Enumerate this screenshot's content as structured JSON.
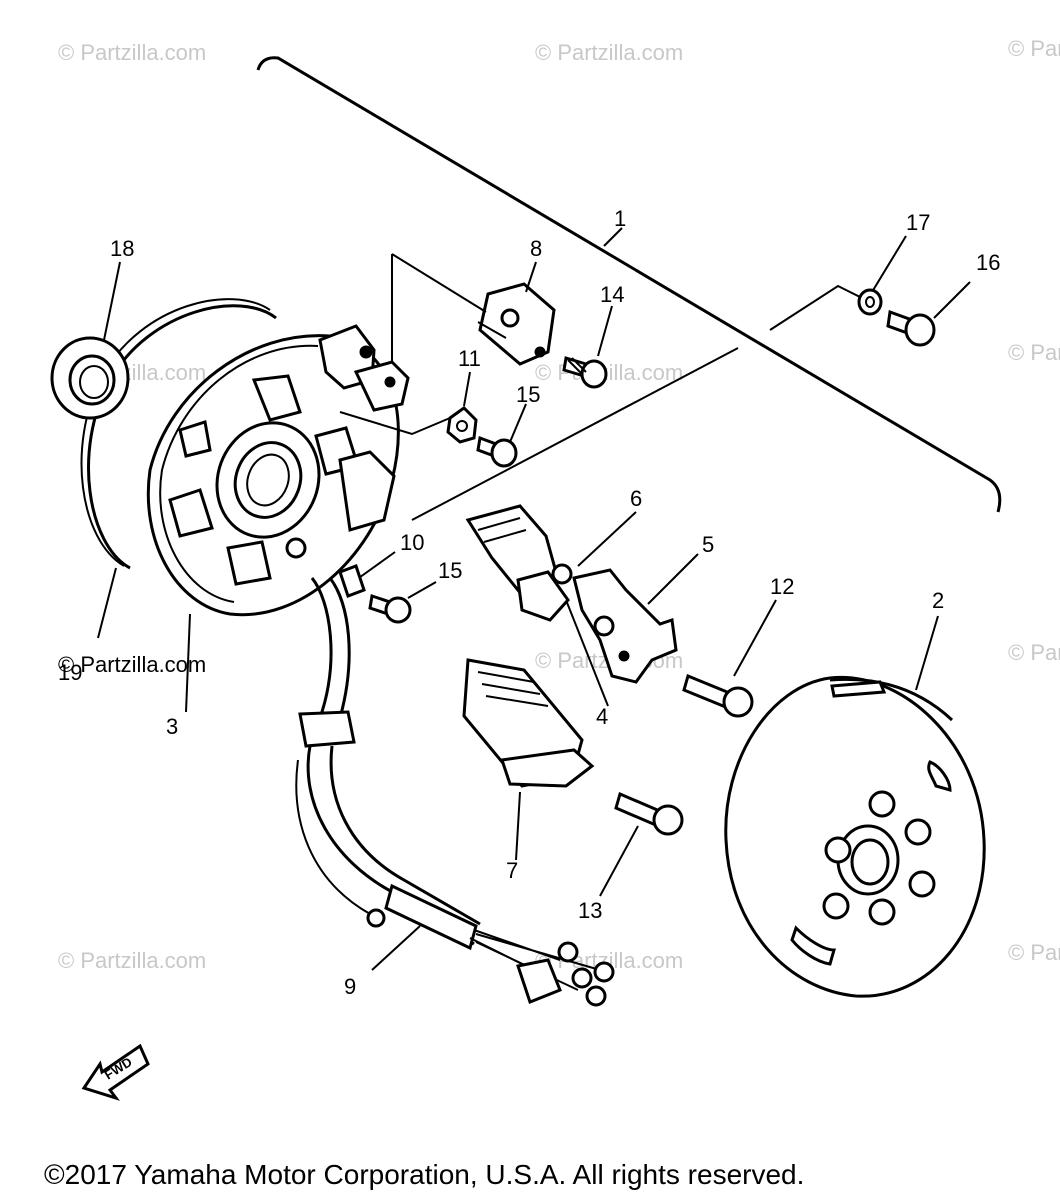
{
  "watermark_text": "© Partzilla.com",
  "copyright": "©2017  Yamaha Motor Corporation, U.S.A. All rights reserved.",
  "fwd_label": "FWD",
  "callouts": {
    "c1": "1",
    "c2": "2",
    "c3": "3",
    "c4": "4",
    "c5": "5",
    "c6": "6",
    "c7": "7",
    "c8": "8",
    "c9": "9",
    "c10": "10",
    "c11": "11",
    "c12": "12",
    "c13": "13",
    "c14": "14",
    "c15a": "15",
    "c15b": "15",
    "c16": "16",
    "c17": "17",
    "c18": "18",
    "c19": "19"
  }
}
